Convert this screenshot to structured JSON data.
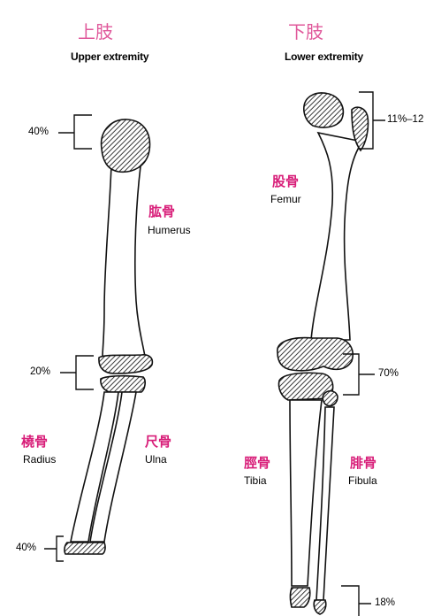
{
  "upper": {
    "title_cn": "上肢",
    "title_en": "Upper extremity",
    "humerus_cn": "肱骨",
    "humerus_en": "Humerus",
    "radius_cn": "橈骨",
    "radius_en": "Radius",
    "ulna_cn": "尺骨",
    "ulna_en": "Ulna",
    "pct_shoulder": "40%",
    "pct_elbow": "20%",
    "pct_wrist": "40%"
  },
  "lower": {
    "title_cn": "下肢",
    "title_en": "Lower extremity",
    "femur_cn": "股骨",
    "femur_en": "Femur",
    "tibia_cn": "脛骨",
    "tibia_en": "Tibia",
    "fibula_cn": "腓骨",
    "fibula_en": "Fibula",
    "pct_hip": "11%–12",
    "pct_knee": "70%",
    "pct_ankle": "18%"
  }
}
